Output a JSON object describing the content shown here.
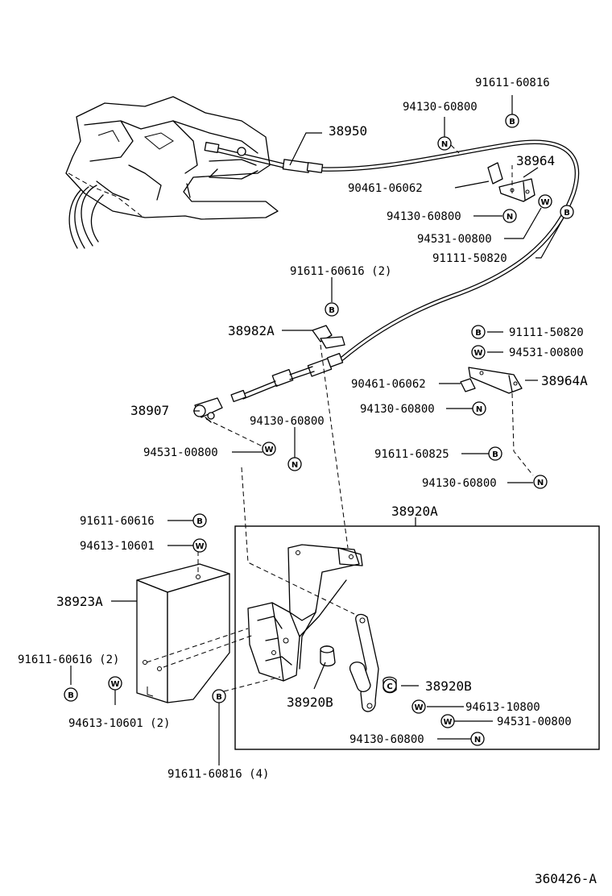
{
  "diagram_id": "360426-A",
  "parts": {
    "p1": "91611-60816",
    "p2": "94130-60800",
    "p3": "38950",
    "p4": "38964",
    "p5": "90461-06062",
    "p6": "94130-60800",
    "p7": "94531-00800",
    "p8": "91111-50820",
    "p9": "91611-60616 (2)",
    "p10": "38982A",
    "p11": "91111-50820",
    "p12": "94531-00800",
    "p13": "90461-06062",
    "p14": "38964A",
    "p15": "38907",
    "p16": "94130-60800",
    "p17": "94130-60800",
    "p18": "94531-00800",
    "p19": "91611-60825",
    "p20": "94130-60800",
    "p21": "38920A",
    "p22": "91611-60616",
    "p23": "94613-10601",
    "p24": "38923A",
    "p25": "91611-60616 (2)",
    "p26": "94613-10601 (2)",
    "p27": "38920B",
    "p28": "38920B",
    "p29": "94613-10800",
    "p30": "94531-00800",
    "p31": "94130-60800",
    "p32": "91611-60816 (4)"
  },
  "symbols": {
    "bolt": "B",
    "washer": "W",
    "nut": "N",
    "clip": "C"
  }
}
